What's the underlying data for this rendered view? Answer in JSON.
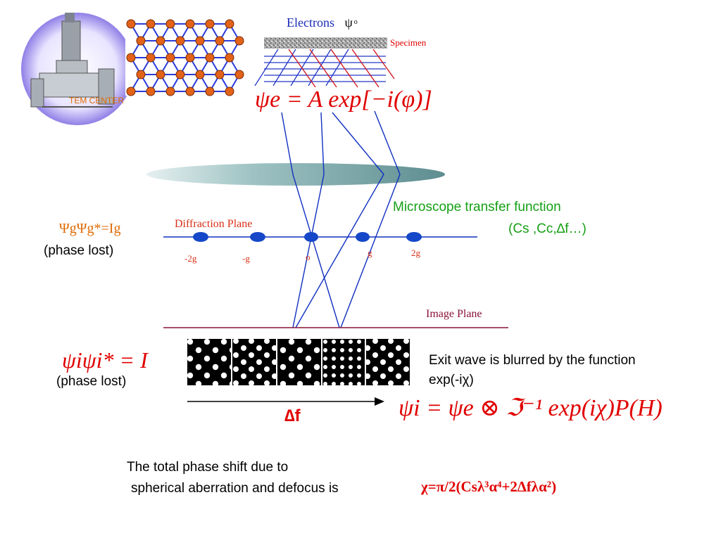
{
  "logo": {
    "text": "TEM CENTER"
  },
  "labels": {
    "electrons": "Electrons",
    "psi_o_symbol": "ψ",
    "psi_o_sub": "o",
    "specimen": "Specimen",
    "diffraction_plane": "Diffraction Plane",
    "image_plane": "Image Plane",
    "mtf_title": "Microscope transfer function",
    "mtf_params": "(Cs ,Cc,∆f…)",
    "phase_lost_1": "(phase lost)",
    "phase_lost_2": "(phase lost)",
    "diff_intensity": "ΨgΨg*=Ig",
    "delta_f": "∆f"
  },
  "spots": [
    {
      "label": "-2g"
    },
    {
      "label": "-g"
    },
    {
      "label": "o"
    },
    {
      "label": "g"
    },
    {
      "label": "2g"
    }
  ],
  "equations": {
    "exit_wave": "ψe = A exp[−i(φ)]",
    "intensity": "ψiψi* = I",
    "image_wave": "ψi = ψe ⊗ ℑ⁻¹ exp(iχ)P(H)",
    "phase_shift": "χ=π/2(Csλ³α⁴+2∆fλα²)"
  },
  "text": {
    "blur_line1": "Exit wave is blurred by the function",
    "blur_line2": "exp(-iχ)",
    "phase_shift_line1": "The total phase shift due to",
    "phase_shift_line2": "spherical aberration and defocus is"
  },
  "colors": {
    "red": "#e00000",
    "orange": "#e06a00",
    "green": "#16a016",
    "maroon": "#8a1238",
    "blue": "#1030c0",
    "spot": "#1548c8"
  }
}
